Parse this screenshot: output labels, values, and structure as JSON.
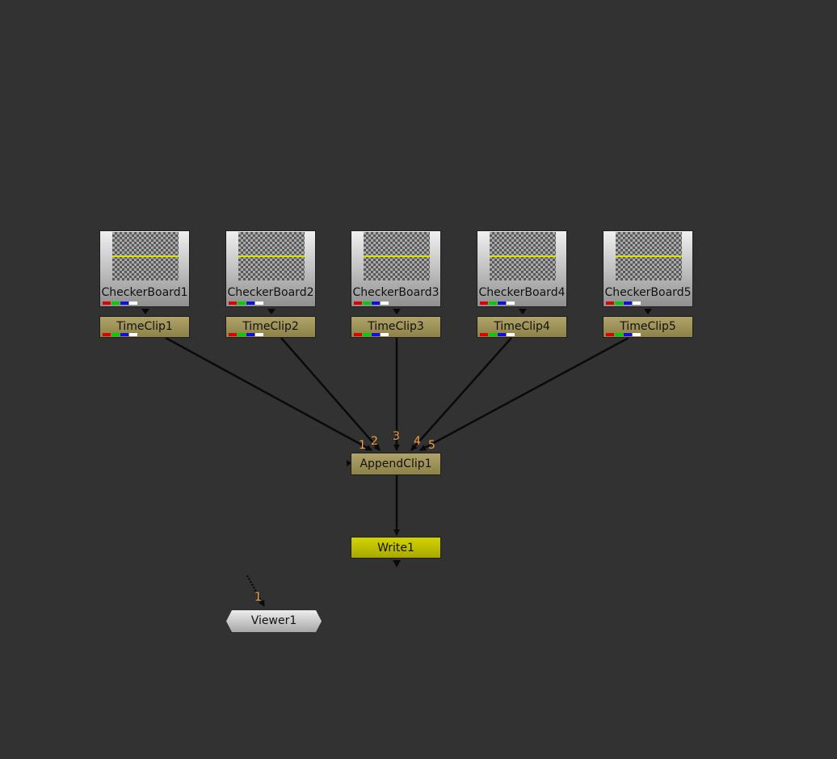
{
  "node_graph": {
    "checkerboards": [
      {
        "label": "CheckerBoard1"
      },
      {
        "label": "CheckerBoard2"
      },
      {
        "label": "CheckerBoard3"
      },
      {
        "label": "CheckerBoard4"
      },
      {
        "label": "CheckerBoard5"
      }
    ],
    "timeclips": [
      {
        "label": "TimeClip1"
      },
      {
        "label": "TimeClip2"
      },
      {
        "label": "TimeClip3"
      },
      {
        "label": "TimeClip4"
      },
      {
        "label": "TimeClip5"
      }
    ],
    "append": {
      "label": "AppendClip1",
      "input_numbers": [
        "1",
        "2",
        "3",
        "4",
        "5"
      ]
    },
    "write": {
      "label": "Write1"
    },
    "viewer": {
      "label": "Viewer1",
      "input_number": "1"
    },
    "colors": {
      "background": "#323232",
      "timeclip": "#9c9256",
      "write": "#c4c400",
      "input_number": "#f2a040",
      "edge": "#0a0a0a"
    }
  }
}
